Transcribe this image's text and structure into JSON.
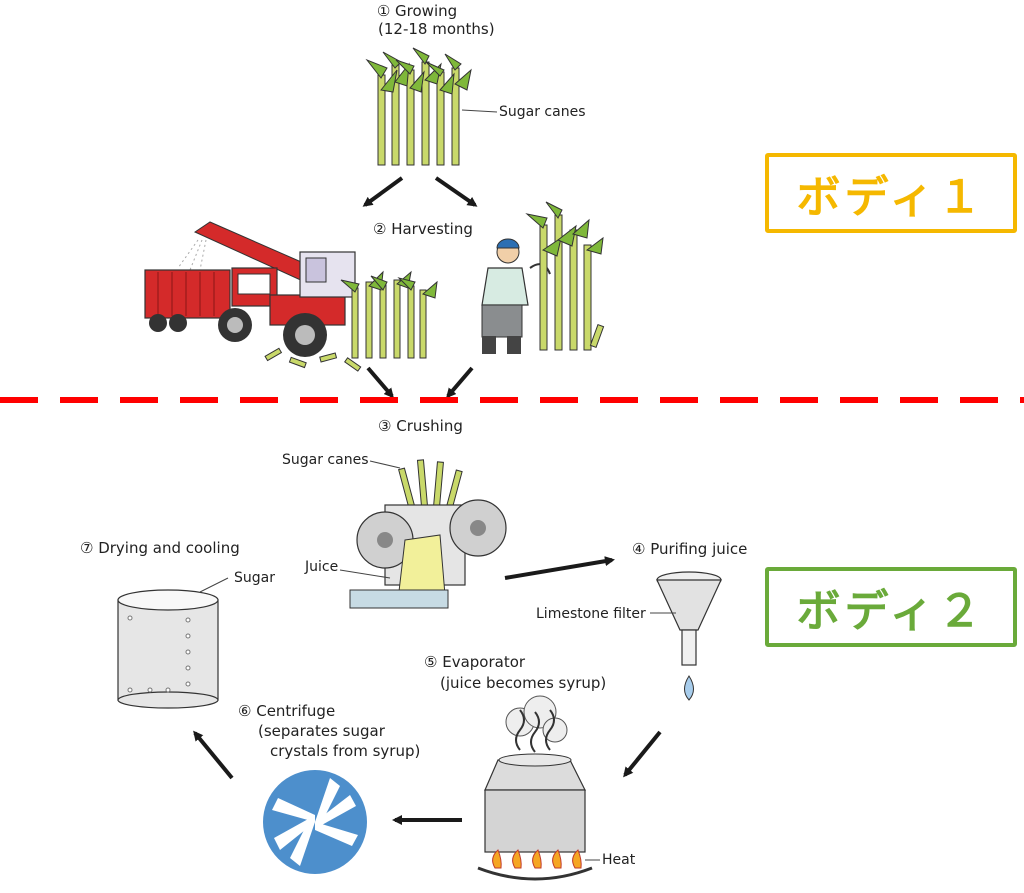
{
  "steps": {
    "s1_title": "① Growing",
    "s1_sub": "(12-18 months)",
    "s1_callout": "Sugar canes",
    "s2_title": "② Harvesting",
    "s3_title": "③ Crushing",
    "s3_callout_canes": "Sugar canes",
    "s3_callout_juice": "Juice",
    "s4_title": "④ Purifing juice",
    "s4_callout": "Limestone filter",
    "s5_title": "⑤ Evaporator",
    "s5_sub": "(juice becomes syrup)",
    "s5_callout": "Heat",
    "s6_title": "⑥ Centrifuge",
    "s6_sub1": "(separates sugar",
    "s6_sub2": "crystals from syrup)",
    "s7_title": "⑦ Drying and cooling",
    "s7_callout": "Sugar"
  },
  "boxes": {
    "body1": "ボディ１",
    "body2": "ボディ２"
  },
  "colors": {
    "body1": "#f5b800",
    "body2": "#6aaa3a",
    "divider": "#ff0000",
    "arrow": "#1a1a1a",
    "cane": "#c9d96a",
    "truck": "#d42a2a",
    "centrifuge": "#4d8fcc"
  },
  "icons": [
    "sugarcane-icon",
    "harvester-icon",
    "farmer-icon",
    "crusher-icon",
    "funnel-icon",
    "evaporator-icon",
    "centrifuge-icon",
    "drum-icon"
  ]
}
